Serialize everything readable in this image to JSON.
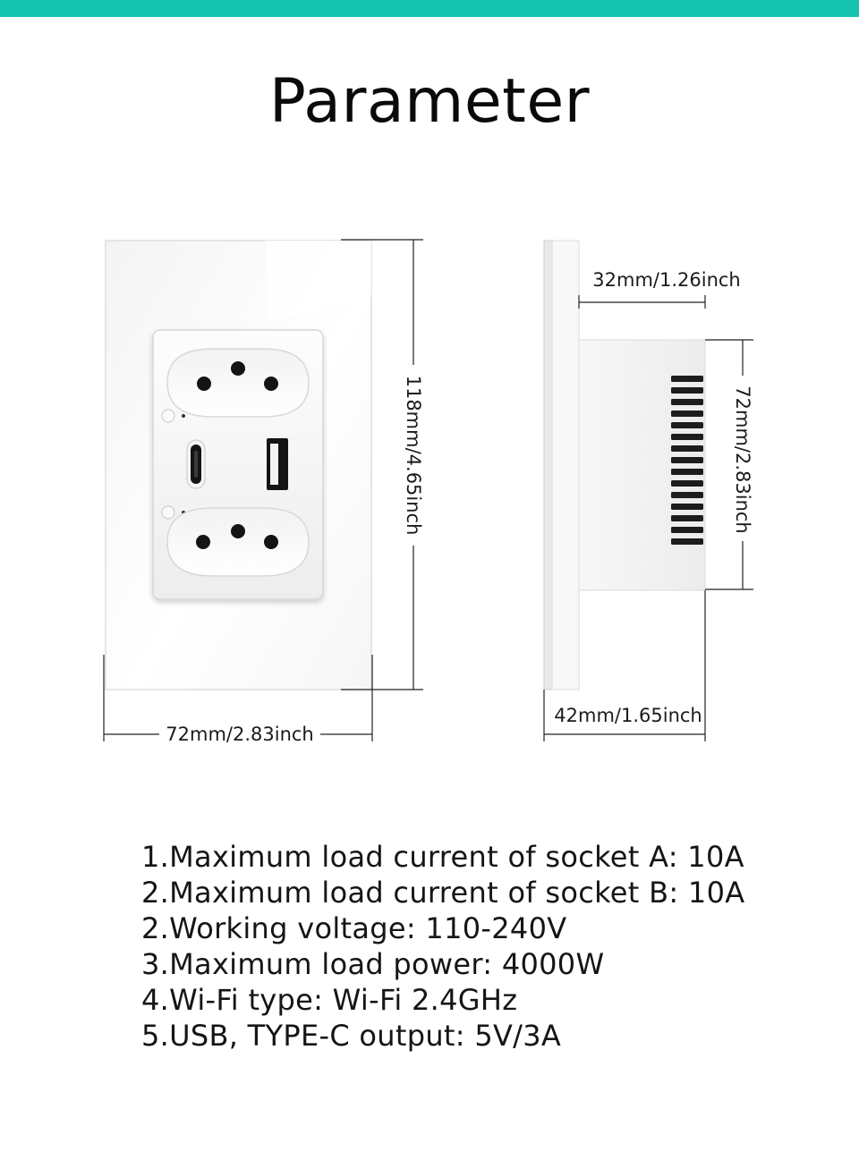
{
  "header": {
    "accent_color": "#16c3b1",
    "title": "Parameter"
  },
  "front_view": {
    "width_label": "72mm/2.83inch",
    "height_label": "118mm/4.65inch",
    "outlets": [
      "socket-a",
      "type-c-port",
      "usb-a-port",
      "socket-b"
    ]
  },
  "side_view": {
    "depth_label": "32mm/1.26inch",
    "module_height_label": "72mm/2.83inch",
    "total_depth_label": "42mm/1.65inch"
  },
  "specs": [
    "1.Maximum load current of socket A: 10A",
    "2.Maximum load current of socket B: 10A",
    "2.Working voltage: 110-240V",
    "3.Maximum load power: 4000W",
    "4.Wi-Fi type: Wi-Fi 2.4GHz",
    "5.USB, TYPE-C output: 5V/3A"
  ]
}
